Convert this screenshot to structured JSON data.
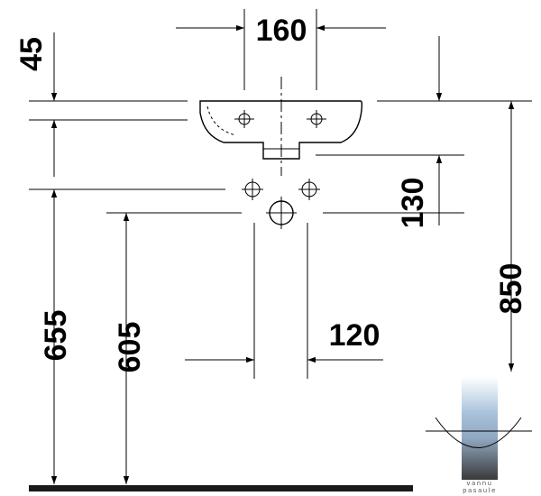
{
  "dimensions": {
    "top_width": "160",
    "rim_height": "45",
    "drain_offset": "130",
    "total_height": "850",
    "tap_height": "655",
    "drain_height": "605",
    "drain_spacing": "120"
  },
  "watermark": {
    "line1": "vannu",
    "line2": "pasaule"
  },
  "colors": {
    "ink": "#000000",
    "floor": "#1a1a1a",
    "watermark_blue": "#a9c3dc",
    "watermark_grey": "#555555"
  }
}
